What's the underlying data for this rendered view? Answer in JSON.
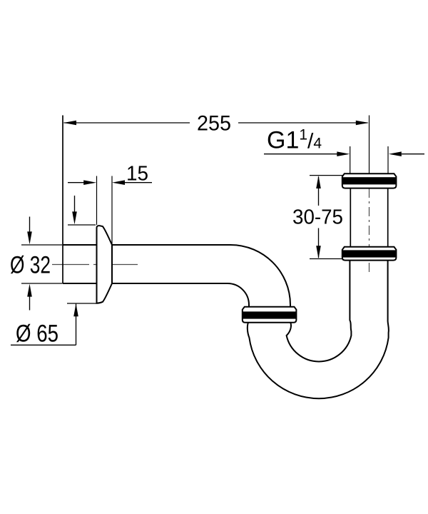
{
  "drawing": {
    "description": "P-trap siphon technical line drawing with dimensions",
    "dimensions": {
      "total_depth": "255",
      "flange_depth": "15",
      "adjustment_range": "30-75",
      "pipe_diameter": "Ø 32",
      "flange_diameter": "Ø 65",
      "thread": {
        "base": "G1",
        "numerator": "1",
        "slash": "/",
        "denominator": "4"
      }
    },
    "colors": {
      "line": "#000000",
      "centerline": "#4b4b4b",
      "background": "#ffffff"
    }
  }
}
